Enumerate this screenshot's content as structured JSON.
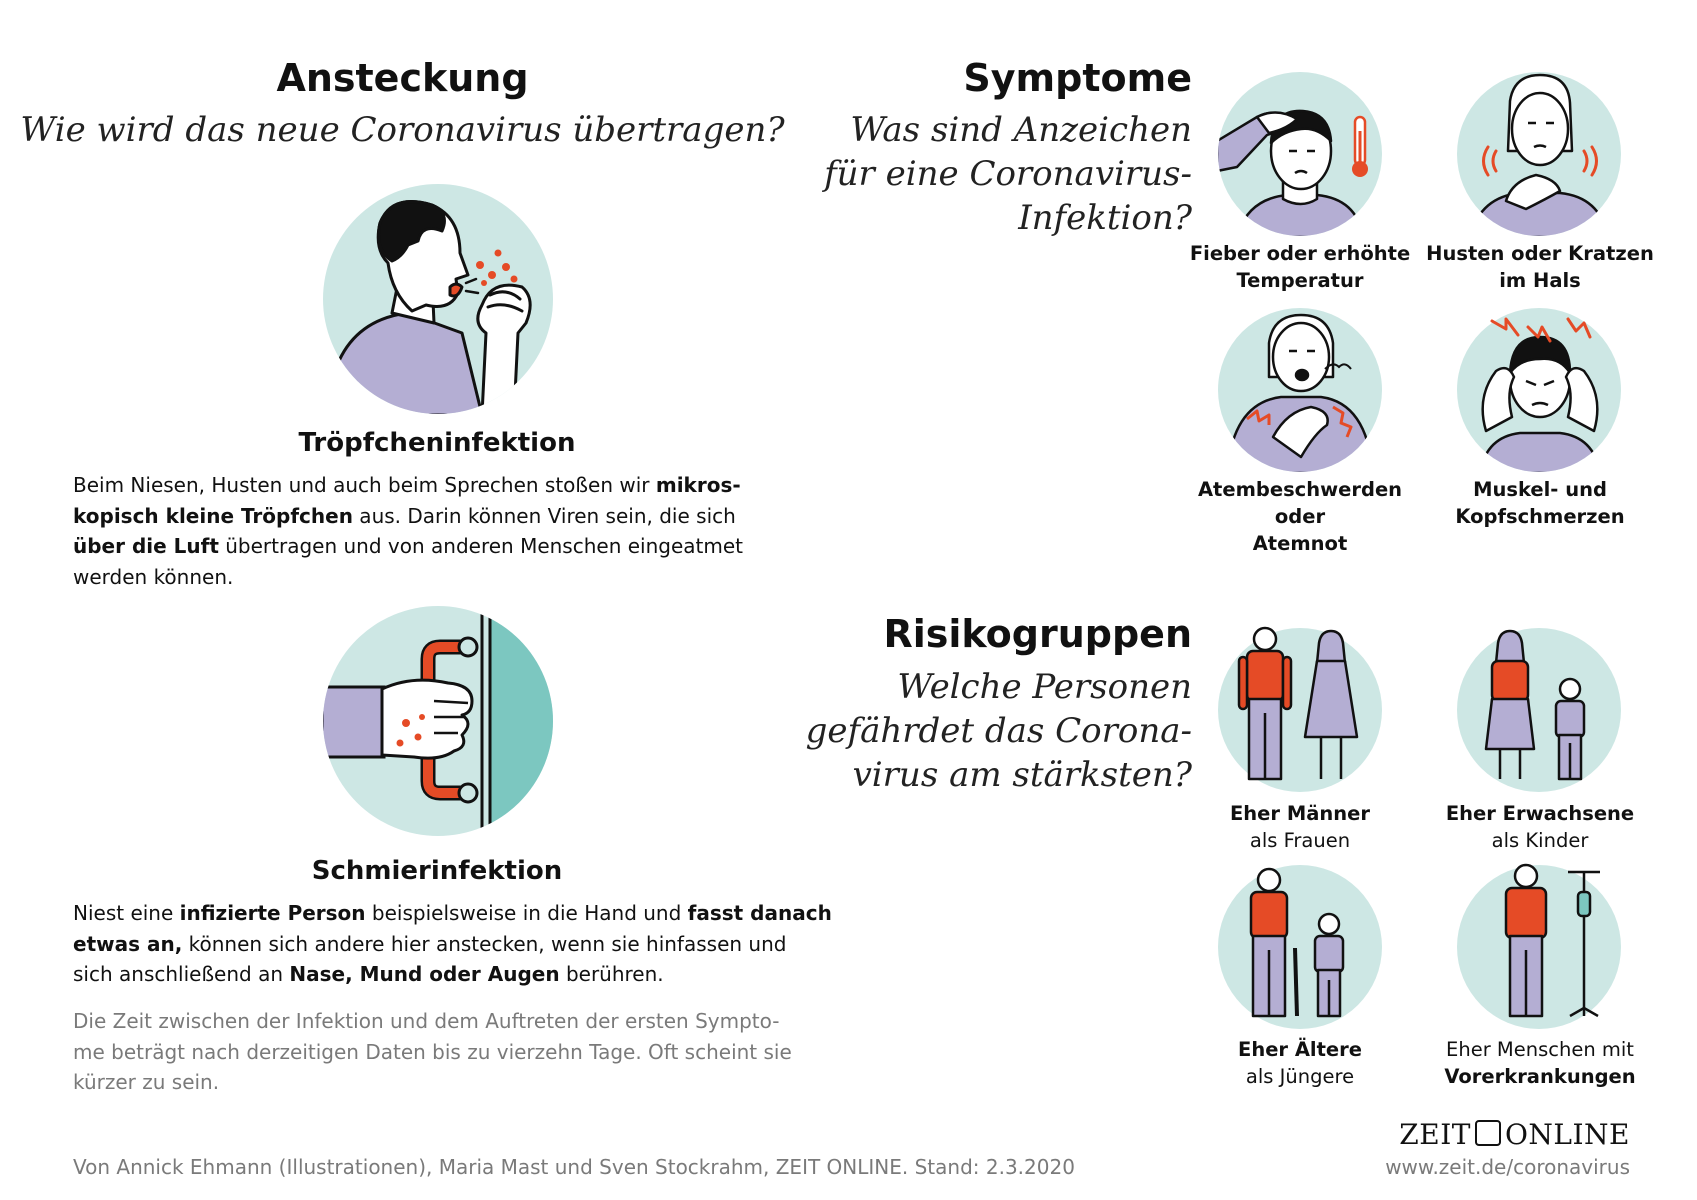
{
  "left": {
    "title": "Ansteckung",
    "subtitle": "Wie wird das neue Coronavirus übertragen?",
    "droplet": {
      "heading": "Tröpfcheninfektion",
      "line1_a": "Beim Niesen, Husten und auch beim Sprechen stoßen wir ",
      "line1_b": "mikros-",
      "line2_a": "kopisch kleine Tröpfchen",
      "line2_b": " aus. Darin können Viren sein, die sich",
      "line3_a": "über die Luft",
      "line3_b": " übertragen und von anderen Menschen eingeatmet",
      "line4": "werden können."
    },
    "smear": {
      "heading": "Schmierinfektion",
      "line1_a": "Niest eine ",
      "line1_b": "infizierte Person",
      "line1_c": " beispielsweise in die Hand und ",
      "line1_d": "fasst danach",
      "line2_a": "etwas an,",
      "line2_b": " können sich andere hier anstecken, wenn sie hinfassen und",
      "line3_a": "sich anschließend an ",
      "line3_b": "Nase, Mund oder Augen",
      "line3_c": " berühren."
    },
    "note": {
      "line1": "Die Zeit zwischen der Infektion und dem Auftreten der ersten Sympto-",
      "line2": "me beträgt nach derzeitigen Daten bis zu vierzehn Tage. Oft scheint sie",
      "line3": "kürzer zu sein."
    }
  },
  "symptoms": {
    "title": "Symptome",
    "q1": "Was sind Anzeichen",
    "q2": "für eine Coronavirus-",
    "q3": "Infektion?",
    "items": [
      {
        "l1": "Fieber oder erhöhte",
        "l2": "Temperatur"
      },
      {
        "l1": "Husten oder Kratzen",
        "l2": "im Hals"
      },
      {
        "l1": "Atembeschwerden oder",
        "l2": "Atemnot"
      },
      {
        "l1": "Muskel- und",
        "l2": "Kopfschmerzen"
      }
    ]
  },
  "risk": {
    "title": "Risikogruppen",
    "q1": "Welche Personen",
    "q2": "gefährdet das Corona-",
    "q3": "virus am stärksten?",
    "items": [
      {
        "bold": "Eher Männer",
        "regular": "als Frauen"
      },
      {
        "bold": "Eher Erwachsene",
        "regular": "als Kinder"
      },
      {
        "bold": "Eher Ältere",
        "regular": "als Jüngere"
      },
      {
        "regular": "Eher Menschen mit",
        "bold": "Vorerkrankungen"
      }
    ]
  },
  "footer": {
    "credit": "Von Annick Ehmann (Illustrationen), Maria Mast und Sven Stockrahm, ZEIT ONLINE. Stand: 2.3.2020",
    "logo_left": "ZEIT",
    "logo_right": "ONLINE",
    "url": "www.zeit.de/coronavirus"
  },
  "colors": {
    "circle": "#cde7e4",
    "purple": "#b4aed3",
    "orange": "#e54b26",
    "teal": "#7cc7c0",
    "text": "#111111",
    "gray": "#7a7a7a"
  }
}
